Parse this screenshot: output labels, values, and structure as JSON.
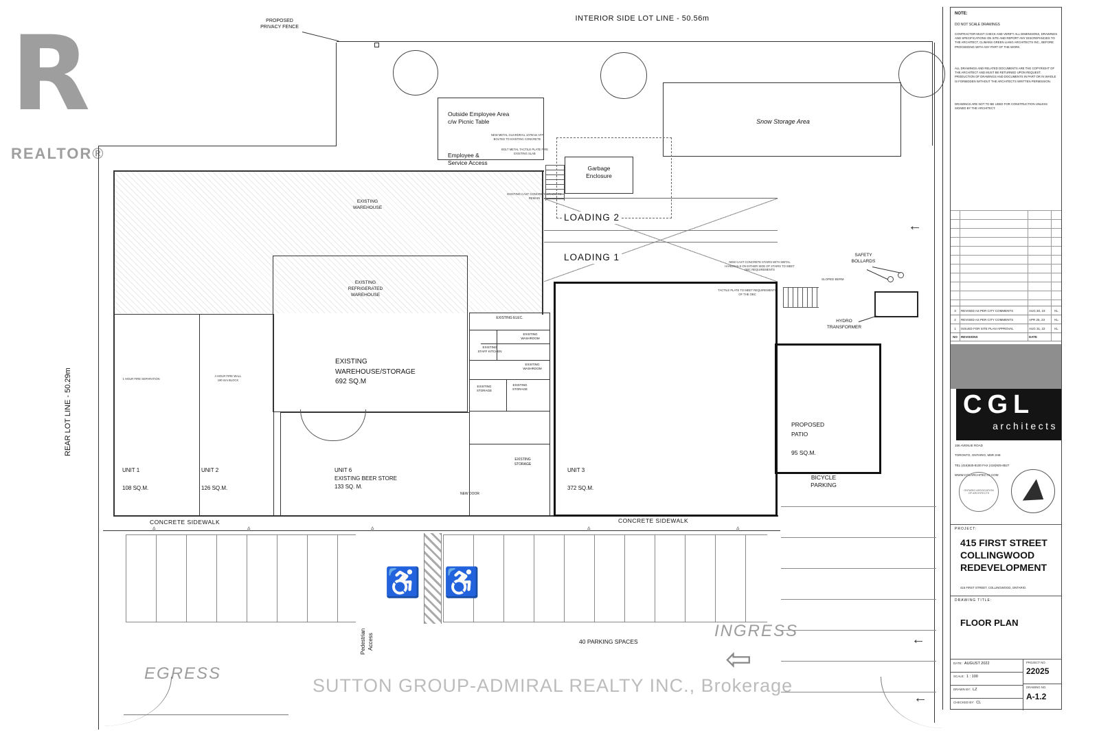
{
  "icons": {
    "left_arrow": "←",
    "ingress_arrow": "⇦",
    "wheelchair": "♿",
    "ramp_triangle": "▵"
  },
  "watermark": {
    "realtor_letter": "R",
    "realtor_label": "REALTOR®",
    "brokerage": "SUTTON GROUP-ADMIRAL REALTY INC., Brokerage"
  },
  "site": {
    "interior_side_lot_line": "INTERIOR SIDE LOT LINE - 50.56m",
    "rear_lot_line": "REAR LOT LINE - 50.29m",
    "privacy_fence": "PROPOSED\nPRIVACY FENCE",
    "snow_storage": "Snow Storage Area",
    "ingress": "INGRESS",
    "egress": "EGRESS",
    "pedestrian_access": "Pedestrian\nAccess",
    "parking_spaces": "40 PARKING SPACES",
    "sidewalk_a": "CONCRETE SIDEWALK",
    "sidewalk_b": "CONCRETE SIDEWALK",
    "safety_bollards": "SAFETY\nBOLLARDS",
    "hydro_transformer": "HYDRO\nTRANSFORMER",
    "sloped_berm": "SLOPED BERM"
  },
  "building": {
    "outside_employee_area": "Outside Employee Area\nc/w Picnic Table",
    "employee_service_access": "Employee &\nService Access",
    "garbage_enclosure": "Garbage\nEnclosure",
    "loading2": "LOADING 2",
    "loading1": "LOADING 1",
    "existing_warehouse": "EXISTING\nWAREHOUSE",
    "refrigerated_warehouse": "EXISTING\nREFRIGERATED\nWAREHOUSE",
    "warehouse_storage": "EXISTING\nWAREHOUSE/STORAGE\n692 SQ.M",
    "existing_elec": "EXISTING ELEC.",
    "washroom_a": "EXISTING\nWASHROOM",
    "staff_kitchen": "EXISTING\nSTAFF KITCHEN",
    "washroom_b": "EXISTING\nWASHROOM",
    "storage_a": "EXISTING\nSTORAGE",
    "storage_b": "EXISTING\nSTORAGE",
    "storage_c": "EXISTING\nSTORAGE",
    "unit1_name": "UNIT 1",
    "unit1_area": "108 SQ.M.",
    "unit2_name": "UNIT 2",
    "unit2_area": "126 SQ.M.",
    "unit6": "UNIT 6\nEXISTING BEER STORE\n133 SQ. M.",
    "unit3_name": "UNIT 3",
    "unit3_area": "372 SQ.M.",
    "new_door": "NEW DOOR",
    "proposed_patio": "PROPOSED\nPATIO",
    "patio_area": "95 SQ.M.",
    "bicycle_parking": "BICYCLE\nPARKING",
    "fire_separation": "1 HOUR FIRE SEPARATION",
    "fire_wall": "4 HOUR FIRE WALL\n190 mm BLOCK"
  },
  "notes": {
    "guardrail": "NEW METAL GUARDRAIL 1070mm AFF BOLTED TO EXISTING CONCRETE",
    "bolt_plate": "BOLT METAL TACTILE PLATE FIRE EXISTING SLAB",
    "stairs_remain": "EXISTING CAST CONCRETE STAIRS TO REMAIN",
    "new_stairs": "NEW CAST CONCRETE STAIRS WITH METAL HANDRAILS ON EITHER SIDE OF STAIRS TO MEET OBC REQUIREMENTS",
    "tactile_plate": "TACTILE PLATE TO MEET REQUIREMENTS OF THE OBC"
  },
  "titleblock": {
    "note_label": "NOTE:",
    "do_not_scale": "DO NOT SCALE DRAWINGS",
    "para1": "CONTRACTOR MUST CHECK AND VERIFY ALL DIMENSIONS, DRAWINGS AND SPECIFICATIONS ON SITE AND REPORT ANY DISCREPANCIES TO THE ARCHITECT, CLIMANS GREEN LIANG ARCHITECTS INC., BEFORE PROCEEDING WITH ANY PART OF THE WORK.",
    "para2": "ALL DRAWINGS AND RELATED DOCUMENTS ARE THE COPYRIGHT OF THE ARCHITECT AND MUST BE RETURNED UPON REQUEST. PRODUCTION OF DRAWINGS AND DOCUMENTS IN PART OR IN WHOLE IS FORBIDDEN WITHOUT THE ARCHITECTS WRITTEN PERMISSION.",
    "para3": "DRAWINGS ARE NOT TO BE USED FOR CONSTRUCTION UNLESS SIGNED BY THE ARCHITECT.",
    "rev_header": {
      "no": "NO",
      "desc": "REVISIONS",
      "date": "DATE",
      "by": ""
    },
    "revisions": [
      {
        "no": "3",
        "desc": "REVISED AS PER CITY COMMENTS",
        "date": "AUG 30, 23",
        "by": "KL"
      },
      {
        "no": "2",
        "desc": "REVISED AS PER CITY COMMENTS",
        "date": "APR 25, 23",
        "by": "KL"
      },
      {
        "no": "1",
        "desc": "ISSUED FOR SITE PLAN APPROVAL",
        "date": "AUG 31, 22",
        "by": "KL"
      }
    ],
    "logo_cgl": "CGL",
    "logo_sub": "architects",
    "address1": "156 AVENUE ROAD",
    "address2": "TORONTO, ONTARIO, M5R 2H8",
    "address3": "TEL (416)925-8100   FAX (416)925-8527",
    "address4": "WWW.CGLARCHITECTS.COM",
    "seal_text": "ONTARIO ASSOCIATION OF ARCHITECTS",
    "project_label": "PROJECT:",
    "project_name": "415 FIRST STREET\nCOLLINGWOOD\nREDEVELOPMENT",
    "project_addr": "415 FIRST STREET, COLLINGWOOD, ONTARIO.",
    "drawing_title_label": "DRAWING TITLE:",
    "drawing_title": "FLOOR PLAN",
    "date_label": "DATE:",
    "date_value": "AUGUST 2022",
    "scale_label": "SCALE:",
    "scale_value": "1 : 100",
    "drawn_label": "DRAWN BY:",
    "drawn_value": "LZ",
    "checked_label": "CHECKED BY:",
    "checked_value": "CL",
    "project_no_label": "PROJECT NO.",
    "project_no": "22025",
    "drawing_no_label": "DRAWING NO.",
    "drawing_no": "A-1.2"
  }
}
